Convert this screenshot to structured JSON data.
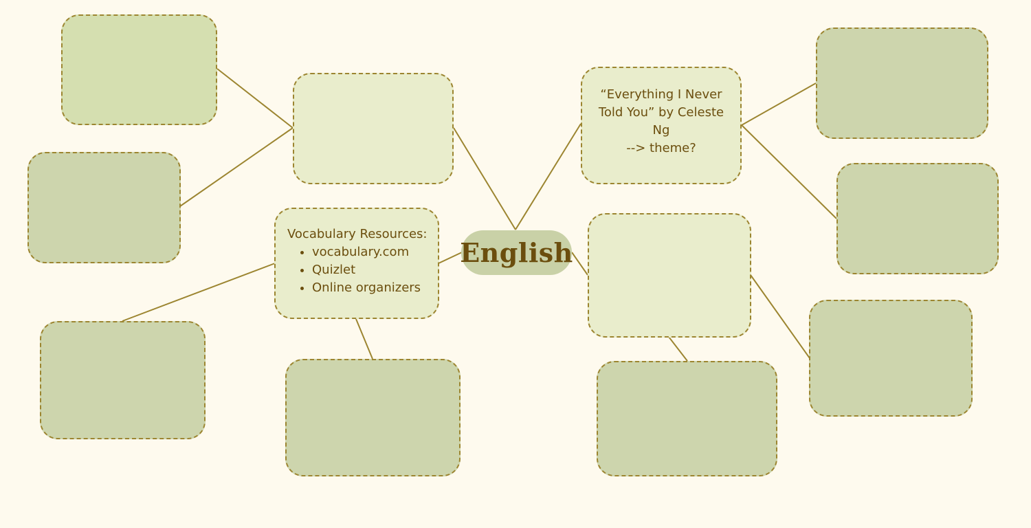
{
  "central_topic": "English",
  "book_node": {
    "lines": [
      "“Everything I Never",
      "Told You” by Celeste",
      "Ng",
      "--> theme?"
    ]
  },
  "vocab_node": {
    "heading": "Vocabulary Resources:",
    "items": [
      "vocabulary.com",
      "Quizlet",
      "Online organizers"
    ]
  },
  "colors": {
    "background": "#fefaee",
    "connector": "#9c8530",
    "node_light": "#e9edcc",
    "node_dark": "#cdd5ad",
    "text": "#6b4e0e"
  }
}
